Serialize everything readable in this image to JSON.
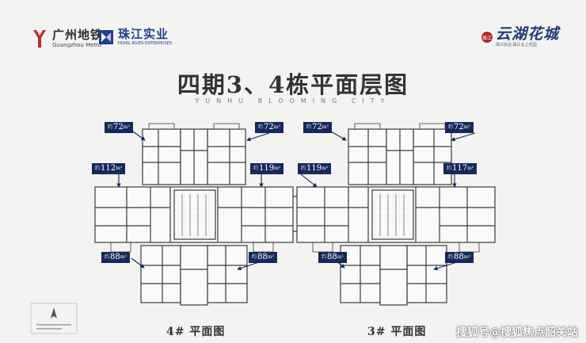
{
  "logos": {
    "guangzhou_metro_cn": "广州地铁",
    "guangzhou_metro_en": "Guangzhou Metro",
    "pearl_river_cn": "珠江实业",
    "pearl_river_en": "PEARL RIVER ENTERPRISES",
    "yunhu_seal": "珠江",
    "yunhu_cn": "云湖花城",
    "yunhu_sub": "珠江实业·珠江云上花园"
  },
  "title": "四期3、4栋平面层图",
  "subtitle": "YUNHU BLOOMING CITY",
  "unit_tags": [
    {
      "prefix": "约",
      "area": "72",
      "unit": "m²"
    },
    {
      "prefix": "约",
      "area": "72",
      "unit": "m²"
    },
    {
      "prefix": "约",
      "area": "72",
      "unit": "m²"
    },
    {
      "prefix": "约",
      "area": "72",
      "unit": "m²"
    },
    {
      "prefix": "约",
      "area": "112",
      "unit": "m²"
    },
    {
      "prefix": "约",
      "area": "119",
      "unit": "m²"
    },
    {
      "prefix": "约",
      "area": "119",
      "unit": "m²"
    },
    {
      "prefix": "约",
      "area": "117",
      "unit": "m²"
    },
    {
      "prefix": "约",
      "area": "88",
      "unit": "m²"
    },
    {
      "prefix": "约",
      "area": "88",
      "unit": "m²"
    },
    {
      "prefix": "约",
      "area": "88",
      "unit": "m²"
    },
    {
      "prefix": "约",
      "area": "88",
      "unit": "m²"
    }
  ],
  "floorplans": [
    {
      "label": "4# 平面图"
    },
    {
      "label": "3# 平面图"
    }
  ],
  "watermark": "搜狐号@搜狐焦点韶关站",
  "colors": {
    "tag_bg": "#152a5b",
    "wall": "#3a3a3a",
    "background": "#f3f3f2"
  }
}
